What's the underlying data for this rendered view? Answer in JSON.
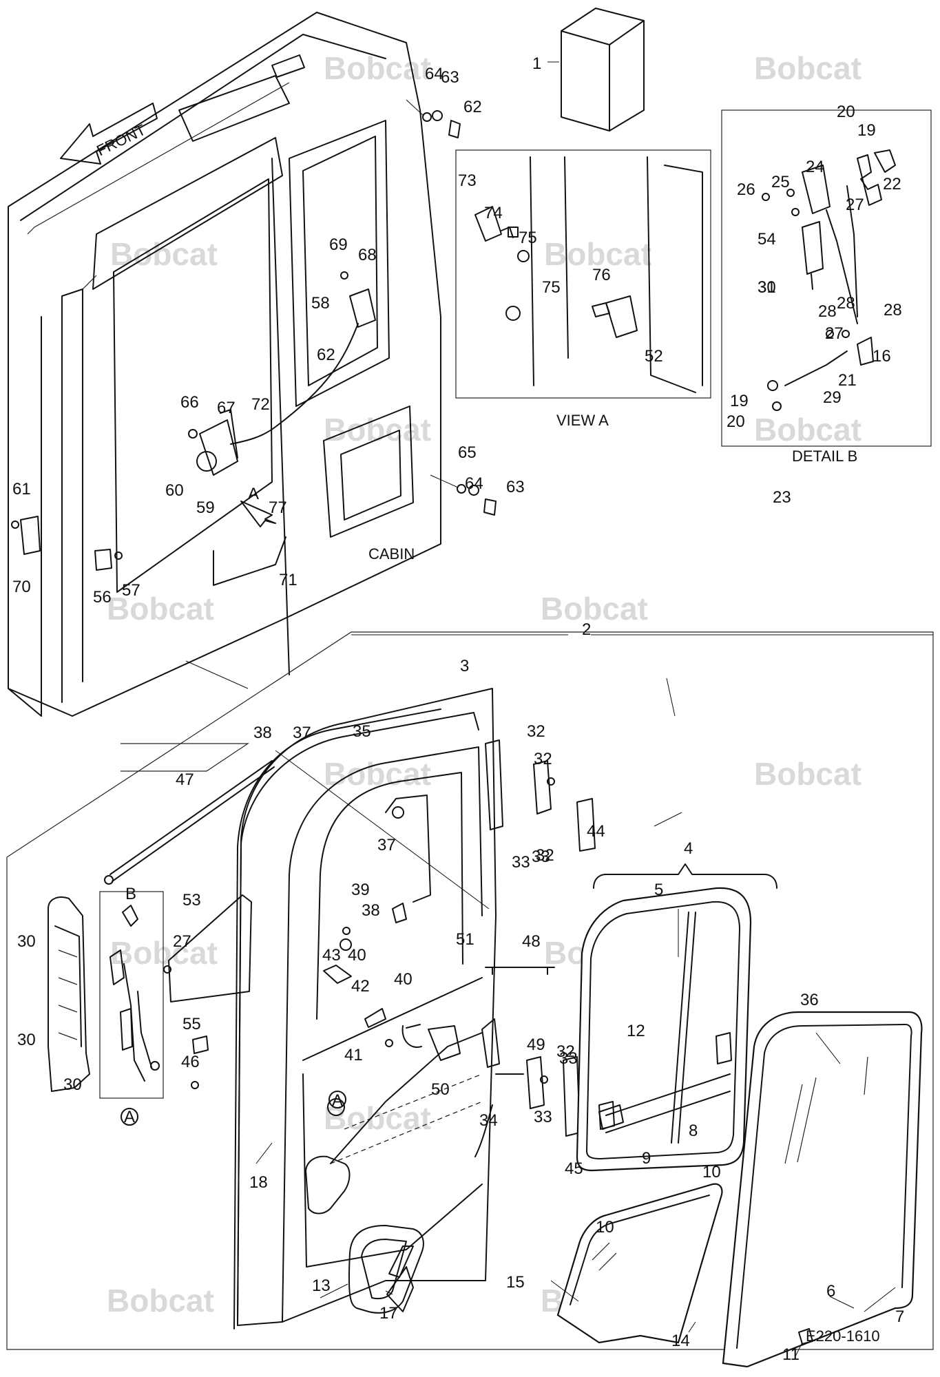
{
  "captions": {
    "front": "FRONT",
    "cabin": "CABIN",
    "view_a": "VIEW A",
    "detail_b": "DETAIL B",
    "figure_id": "E220-1610",
    "label_a_arrow": "A",
    "label_b_inset": "B",
    "label_a_circle_1": "A",
    "label_a_circle_2": "A"
  },
  "watermark": {
    "text": "Bobcat"
  },
  "callouts": [
    "1",
    "2",
    "3",
    "4",
    "5",
    "6",
    "7",
    "8",
    "9",
    "10",
    "10",
    "11",
    "12",
    "13",
    "14",
    "15",
    "16",
    "17",
    "18",
    "19",
    "19",
    "20",
    "20",
    "21",
    "22",
    "23",
    "24",
    "25",
    "26",
    "27",
    "27",
    "27",
    "28",
    "28",
    "28",
    "29",
    "30",
    "30",
    "30",
    "30",
    "31",
    "32",
    "32",
    "32",
    "32",
    "33",
    "33",
    "33",
    "33",
    "34",
    "35",
    "36",
    "37",
    "37",
    "38",
    "38",
    "39",
    "40",
    "40",
    "41",
    "42",
    "43",
    "44",
    "45",
    "46",
    "47",
    "48",
    "49",
    "50",
    "51",
    "52",
    "53",
    "54",
    "55",
    "56",
    "57",
    "58",
    "59",
    "60",
    "61",
    "62",
    "62",
    "63",
    "63",
    "64",
    "64",
    "65",
    "66",
    "67",
    "68",
    "69",
    "70",
    "71",
    "72",
    "73",
    "74",
    "75",
    "75",
    "76",
    "77"
  ]
}
